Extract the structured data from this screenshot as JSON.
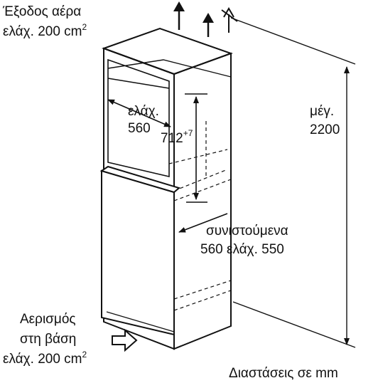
{
  "labels": {
    "air_outlet_line1": "Έξοδος αέρα",
    "air_outlet_line2": "ελάχ. 200 cm",
    "air_outlet_sup": "2",
    "width_min_line1": "ελάχ.",
    "width_min_line2": "560",
    "niche_height": "712",
    "niche_height_tolerance": "+7",
    "max_height_line1": "μέγ.",
    "max_height_line2": "2200",
    "recommended_line1": "συνιστούμενα",
    "recommended_line2": "560 ελάχ. 550",
    "base_vent_line1": "Αερισμός",
    "base_vent_line2": "στη βάση",
    "base_vent_line3": "ελάχ. 200 cm",
    "base_vent_sup": "2",
    "units_note": "Διαστάσεις σε mm"
  },
  "colors": {
    "line": "#111111",
    "background": "#ffffff"
  },
  "icons": {
    "air_out_arrow": "arrow-up-icon",
    "no_air_arrow": "crossed-arrow-up-icon",
    "air_in_arrow": "hollow-arrow-right-icon"
  }
}
